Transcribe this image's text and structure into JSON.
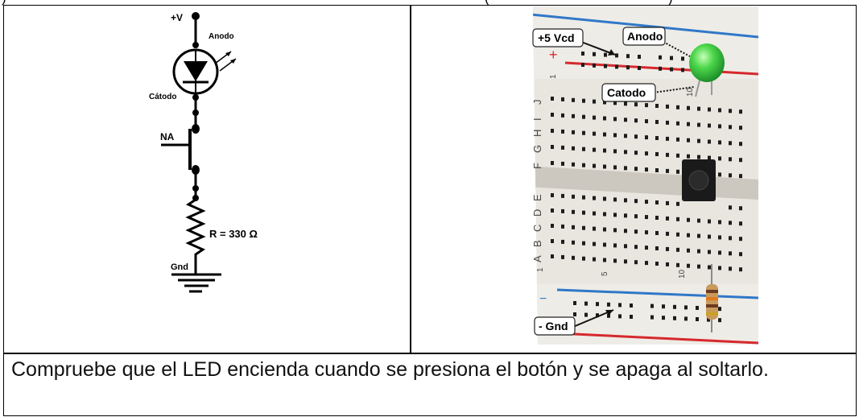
{
  "top_partial": {
    "left_mark": ")",
    "right_mark": "(",
    "right_end": ")"
  },
  "schematic": {
    "supply_label": "+V",
    "anode_label": "Anodo",
    "cathode_label": "Cátodo",
    "switch_label": "NA",
    "resistor_label": "R = 330 Ω",
    "ground_label": "Gnd"
  },
  "photo": {
    "supply_label": "+5 Vcd",
    "anode_label": "Anodo",
    "cathode_label": "Catodo",
    "ground_label": "- Gnd",
    "row_letters_top": [
      "J",
      "I",
      "H",
      "G",
      "F"
    ],
    "row_letters_bottom": [
      "E",
      "D",
      "C",
      "B",
      "A"
    ],
    "column_numbers": [
      "1",
      "5",
      "10",
      "10",
      "1"
    ],
    "plus_sign": "+",
    "minus_sign": "−",
    "colors": {
      "red_rail": "#d6282e",
      "blue_rail": "#2f78c8",
      "led_green": "#4cd64a",
      "board": "#e9e6df"
    }
  },
  "caption": "Compruebe que el LED encienda cuando se presiona el botón y se apaga al soltarlo."
}
